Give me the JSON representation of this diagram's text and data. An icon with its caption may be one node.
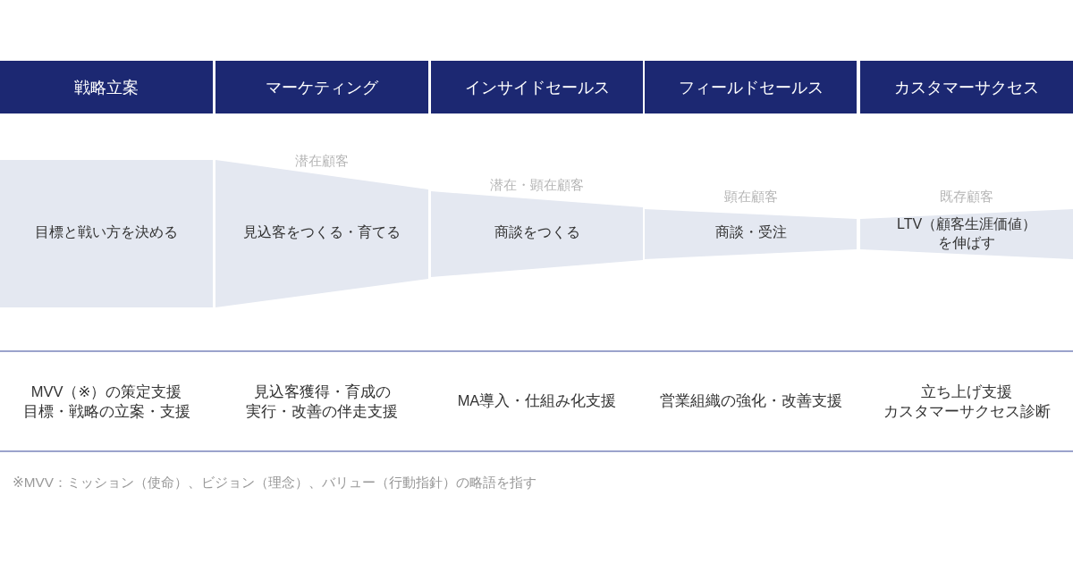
{
  "diagram": {
    "nodes": [
      {
        "text": [
          "戦略立案"
        ]
      },
      {
        "text": [
          "マーケティング"
        ]
      },
      {
        "text": [
          "インサイドセールス"
        ]
      },
      {
        "text": [
          "フィールドセールス"
        ]
      },
      {
        "text": [
          "カスタマーサクセス"
        ]
      },
      {
        "text": [
          "目標と戦い方を決める"
        ]
      },
      {
        "text": [
          "見込客をつくる・育てる"
        ],
        "beside": [
          "潜在顧客"
        ]
      },
      {
        "text": [
          "商談をつくる"
        ],
        "beside": [
          "潜在・顕在顧客"
        ]
      },
      {
        "text": [
          "商談・受注"
        ],
        "beside": [
          "顕在顧客"
        ]
      },
      {
        "text": [
          "LTV（顧客生涯価値）を伸ばす"
        ],
        "beside": [
          "既存顧客"
        ]
      }
    ],
    "labels": [
      "MVV（※）の策定支援",
      "目標・戦略の立案・支援",
      "見込客獲得・育成の実行・改善の伴走支援",
      "MA導入・仕組み化支援",
      "営業組織の強化・改善支援",
      "立ち上げ支援",
      "カスタマーサクセス診断",
      "※MVV：ミッション（使命）、ビジョン（理念）、バリュー（行動指針）の略語を指す"
    ]
  }
}
